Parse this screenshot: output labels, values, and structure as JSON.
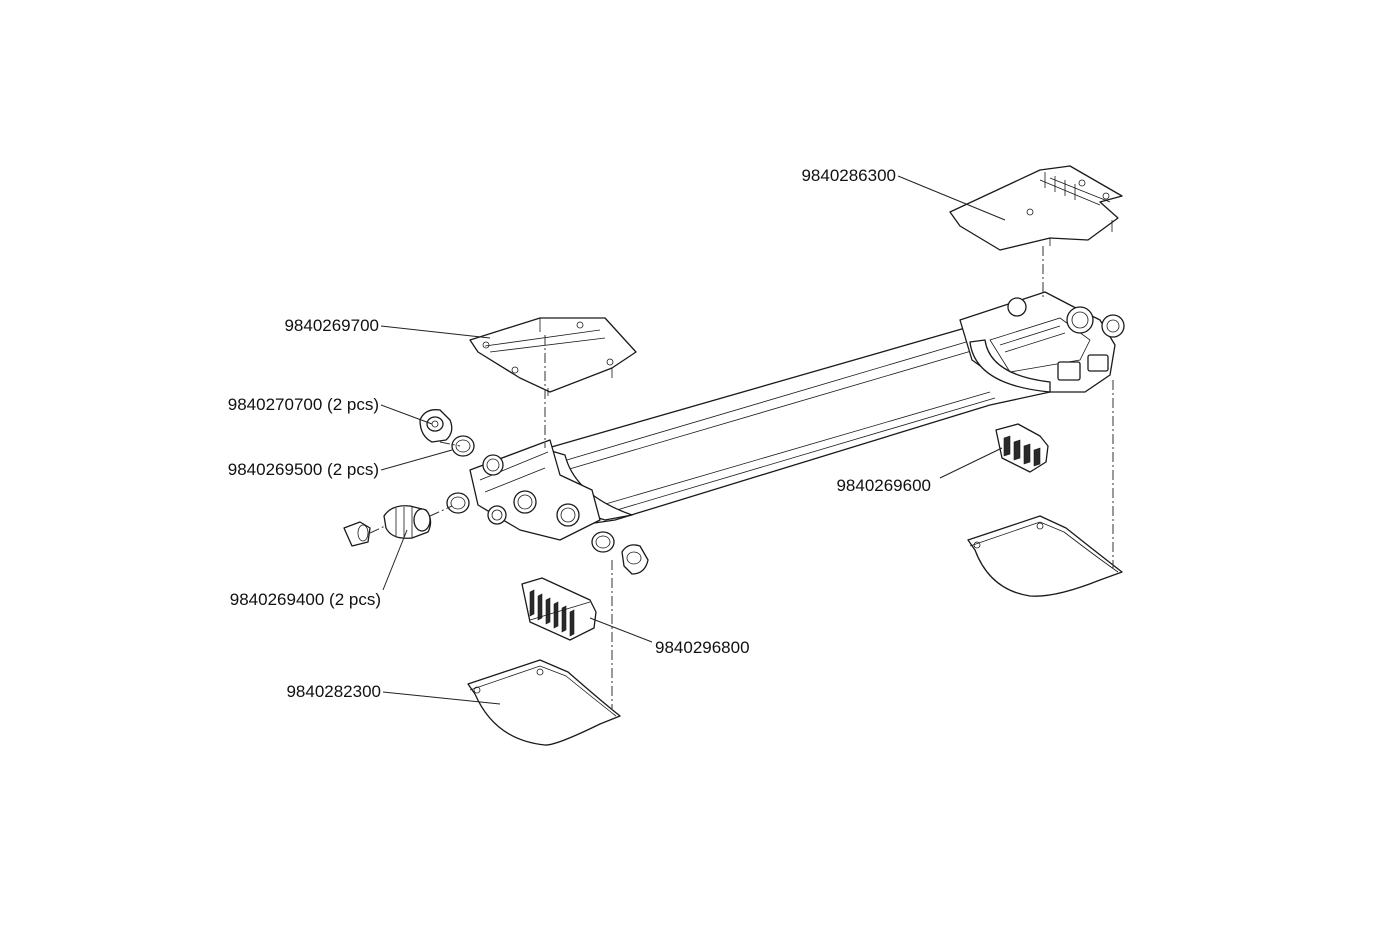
{
  "labels": {
    "mount_plate_right": "9840286300",
    "mount_plate_left": "9840269700",
    "plug": "9840270700 (2 pcs)",
    "seal_ring": "9840269500 (2 pcs)",
    "cable_gland": "9840269400 (2 pcs)",
    "terminal_block_right": "9840269600",
    "terminal_block_left": "9840296800",
    "end_cap_left": "9840282300"
  }
}
